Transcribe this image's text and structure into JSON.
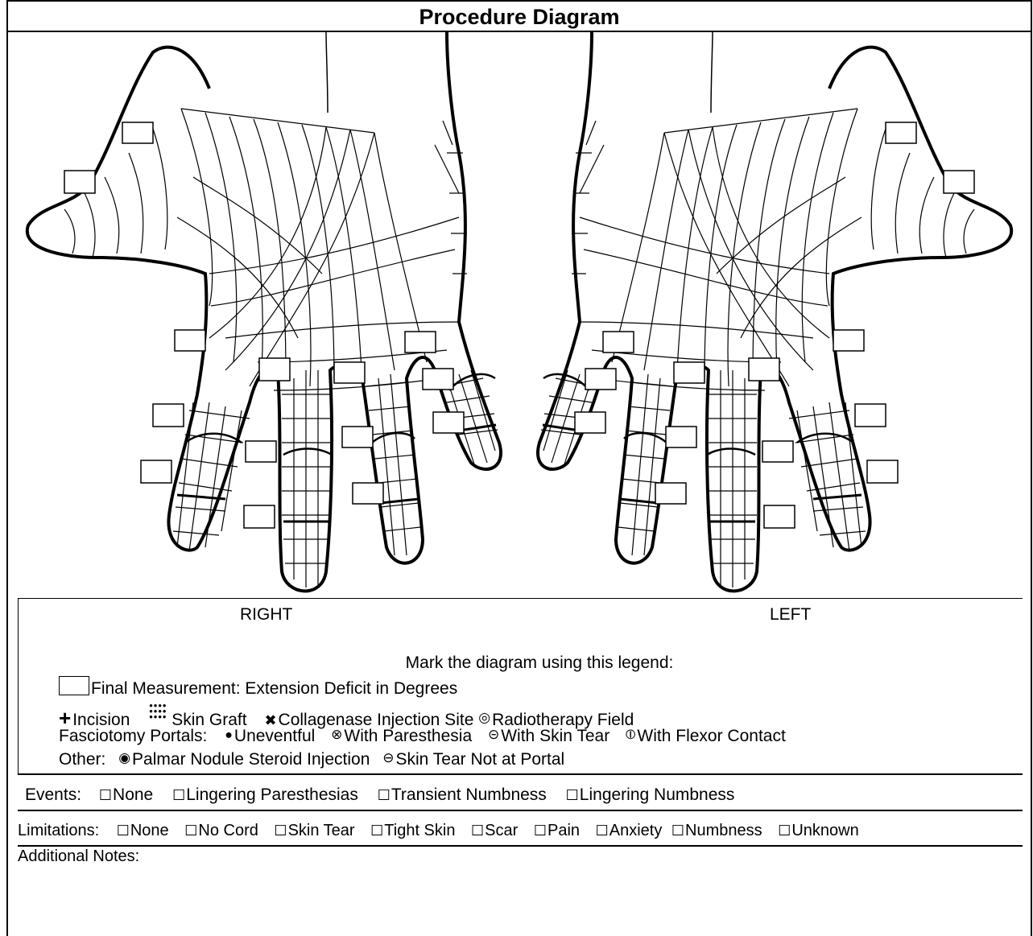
{
  "title": "Procedure Diagram",
  "hands": {
    "right_label": "RIGHT",
    "left_label": "LEFT"
  },
  "legend": {
    "intro": "Mark the diagram using this legend:",
    "final_measurement": "Final Measurement: Extension Deficit in Degrees",
    "incision": "Incision",
    "skin_graft": "Skin Graft",
    "collagenase": "Collagenase Injection Site",
    "radiotherapy": "Radiotherapy Field",
    "fasciotomy_label": "Fasciotomy Portals:",
    "uneventful": "Uneventful",
    "paresthesia": "With Paresthesia",
    "skin_tear": "With Skin Tear",
    "flexor": "With Flexor Contact",
    "other_label": "Other:",
    "palmar_nodule": "Palmar Nodule Steroid Injection",
    "skin_tear_not_portal": "Skin Tear Not at Portal"
  },
  "events": {
    "label": "Events:",
    "options": [
      "None",
      "Lingering Paresthesias",
      "Transient Numbness",
      "Lingering Numbness"
    ]
  },
  "limitations": {
    "label": "Limitations:",
    "options": [
      "None",
      "No Cord",
      "Skin Tear",
      "Tight Skin",
      "Scar",
      "Pain",
      "Anxiety",
      "Numbness",
      "Unknown"
    ]
  },
  "notes": {
    "label": "Additional Notes:"
  }
}
